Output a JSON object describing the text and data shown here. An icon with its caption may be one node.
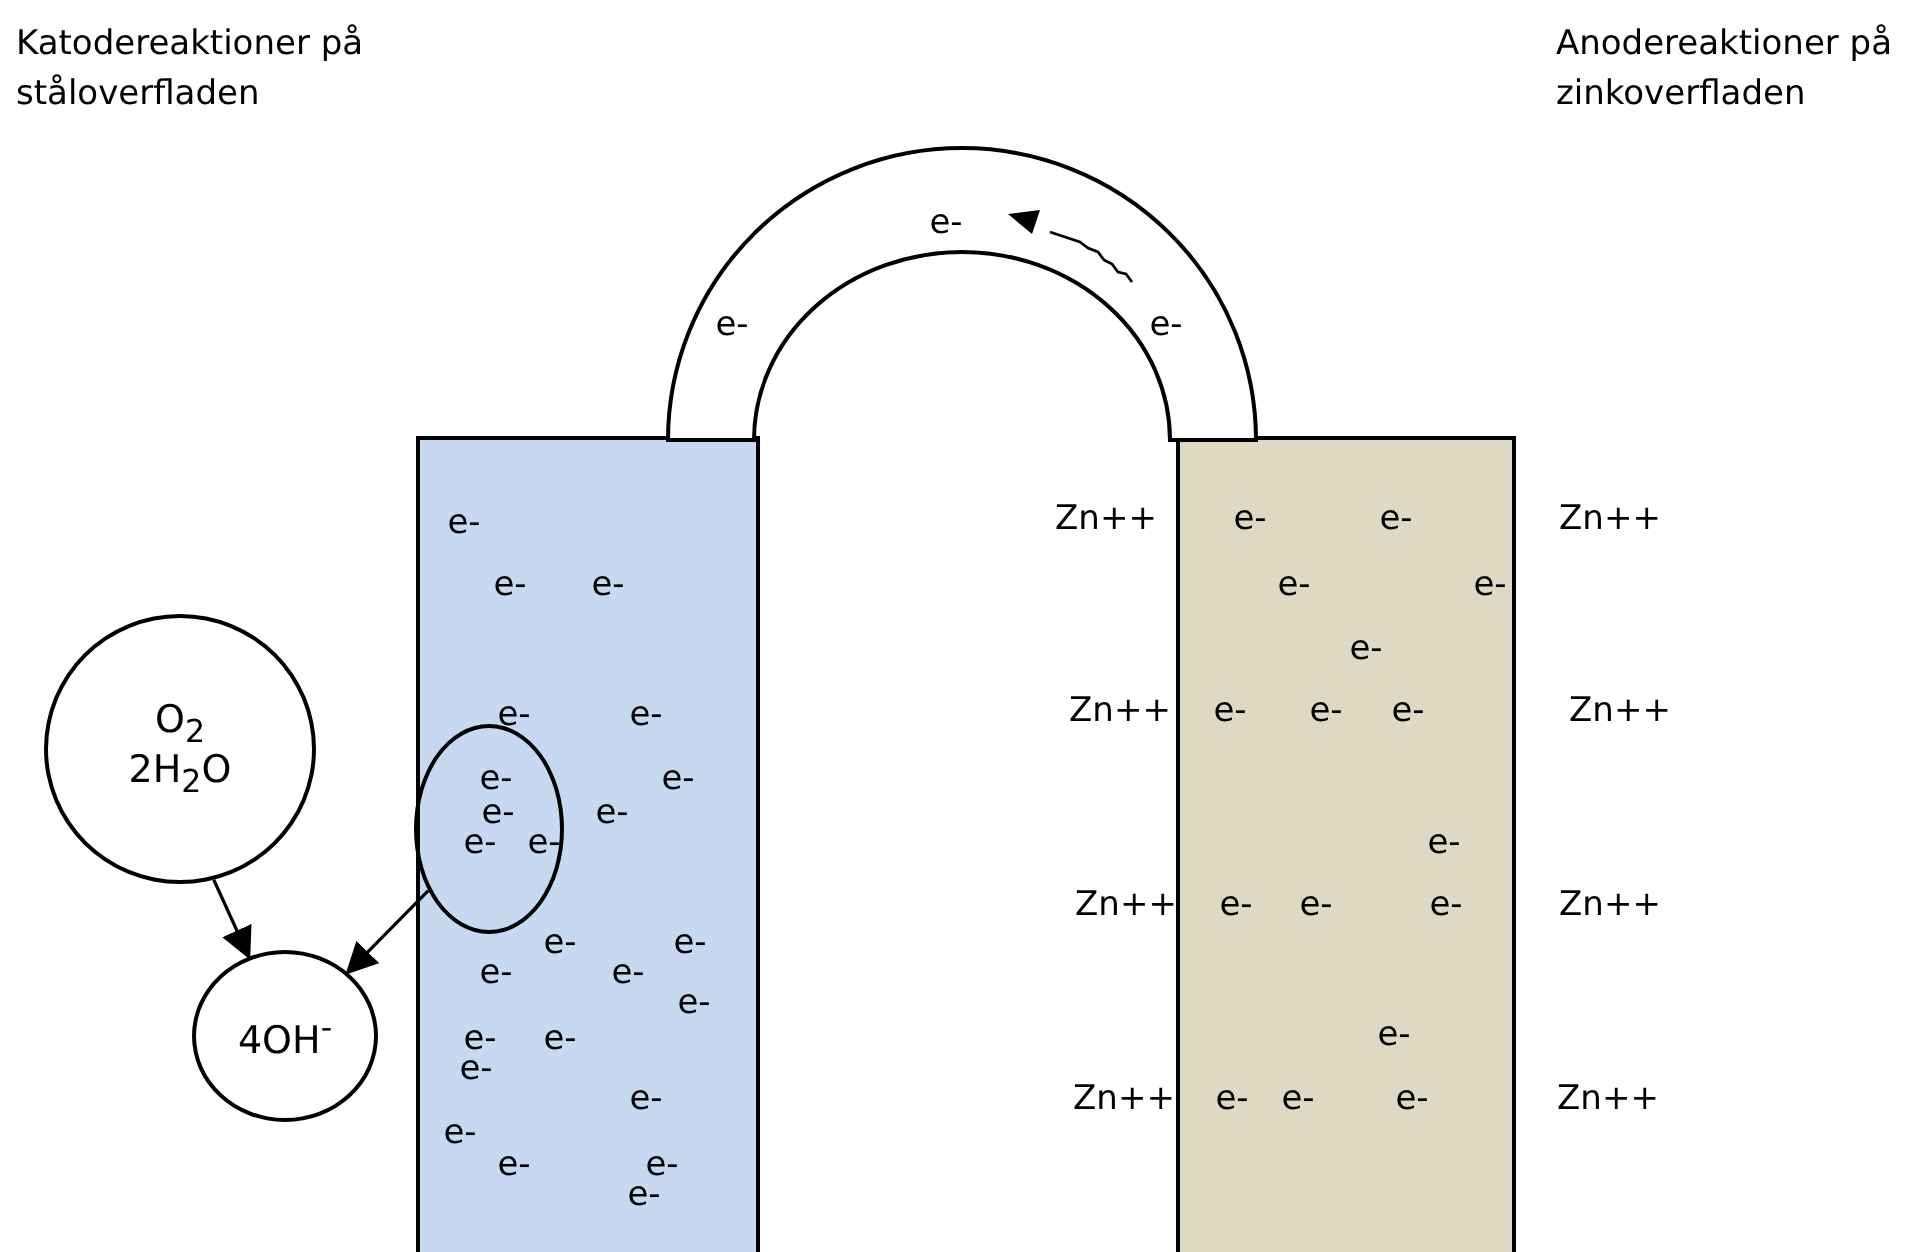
{
  "diagram": {
    "nodes": [
      {
        "text": [
          "O$_{2}$ 2H$_{2}$O"
        ]
      },
      {
        "text": [],
        "shape": "ellipse",
        "in": 3
      },
      {
        "text": [
          "4OH$^{-}$"
        ]
      },
      {
        "text": [],
        "shape": "bar"
      },
      {
        "text": [],
        "shape": "bar"
      },
      {
        "text": [],
        "shape": "arch"
      }
    ],
    "edges": [
      {
        "from": 0,
        "to": 2,
        "arrow": "to"
      },
      {
        "from": 1,
        "to": 2,
        "arrow": "to"
      }
    ],
    "labels": [
      "Katodereaktioner på ståloverfladen",
      "Anodereaktioner på zinkoverfladen",
      "e-",
      "e-",
      "e-",
      "e-",
      "e-",
      "e-",
      "e-",
      "e-",
      "e-",
      "e-",
      "e-",
      "e-",
      "e-",
      "e-",
      "e-",
      "e-",
      "e-",
      "e-",
      "e-",
      "e-",
      "e-",
      "e-",
      "e-",
      "e-",
      "e-",
      "e-",
      "e-",
      "Zn++",
      "e-",
      "e-",
      "Zn++",
      "e-",
      "e-",
      "e-",
      "Zn++",
      "e-",
      "e-",
      "e-",
      "Zn++",
      "e-",
      "Zn++",
      "e-",
      "e-",
      "e-",
      "Zn++",
      "e-",
      "Zn++",
      "e-",
      "e-",
      "e-",
      "Zn++"
    ]
  }
}
